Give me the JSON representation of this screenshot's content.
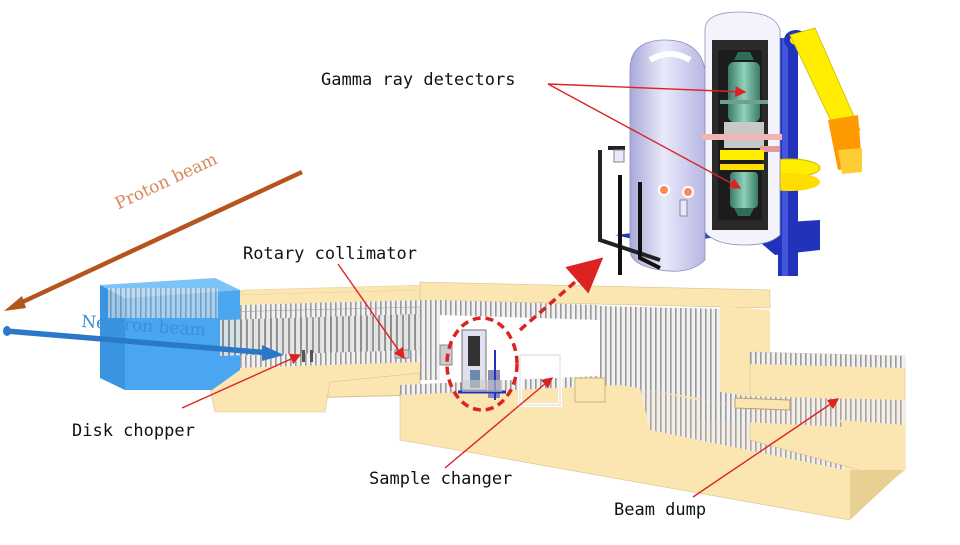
{
  "labels": {
    "gamma": "Gamma ray detectors",
    "rotary": "Rotary collimator",
    "disk": "Disk chopper",
    "sample": "Sample changer",
    "dump": "Beam dump",
    "proton": "Proton beam",
    "neutron": "Neutron beam"
  },
  "colors": {
    "proton": "#b5551e",
    "neutron": "#2a79c9",
    "neutron_label": "#3b8fd6",
    "shield": "#fbe6b2",
    "shield_dark": "#e8cf92",
    "stripe": "#9a9a9a",
    "block_blue": "#4aa6f0",
    "detector_body": "#d8d8f0",
    "stand_blue": "#2233bb",
    "arm_yellow": "#ffee00",
    "arm_orange": "#ff9900",
    "annotation": "#dd2222"
  }
}
